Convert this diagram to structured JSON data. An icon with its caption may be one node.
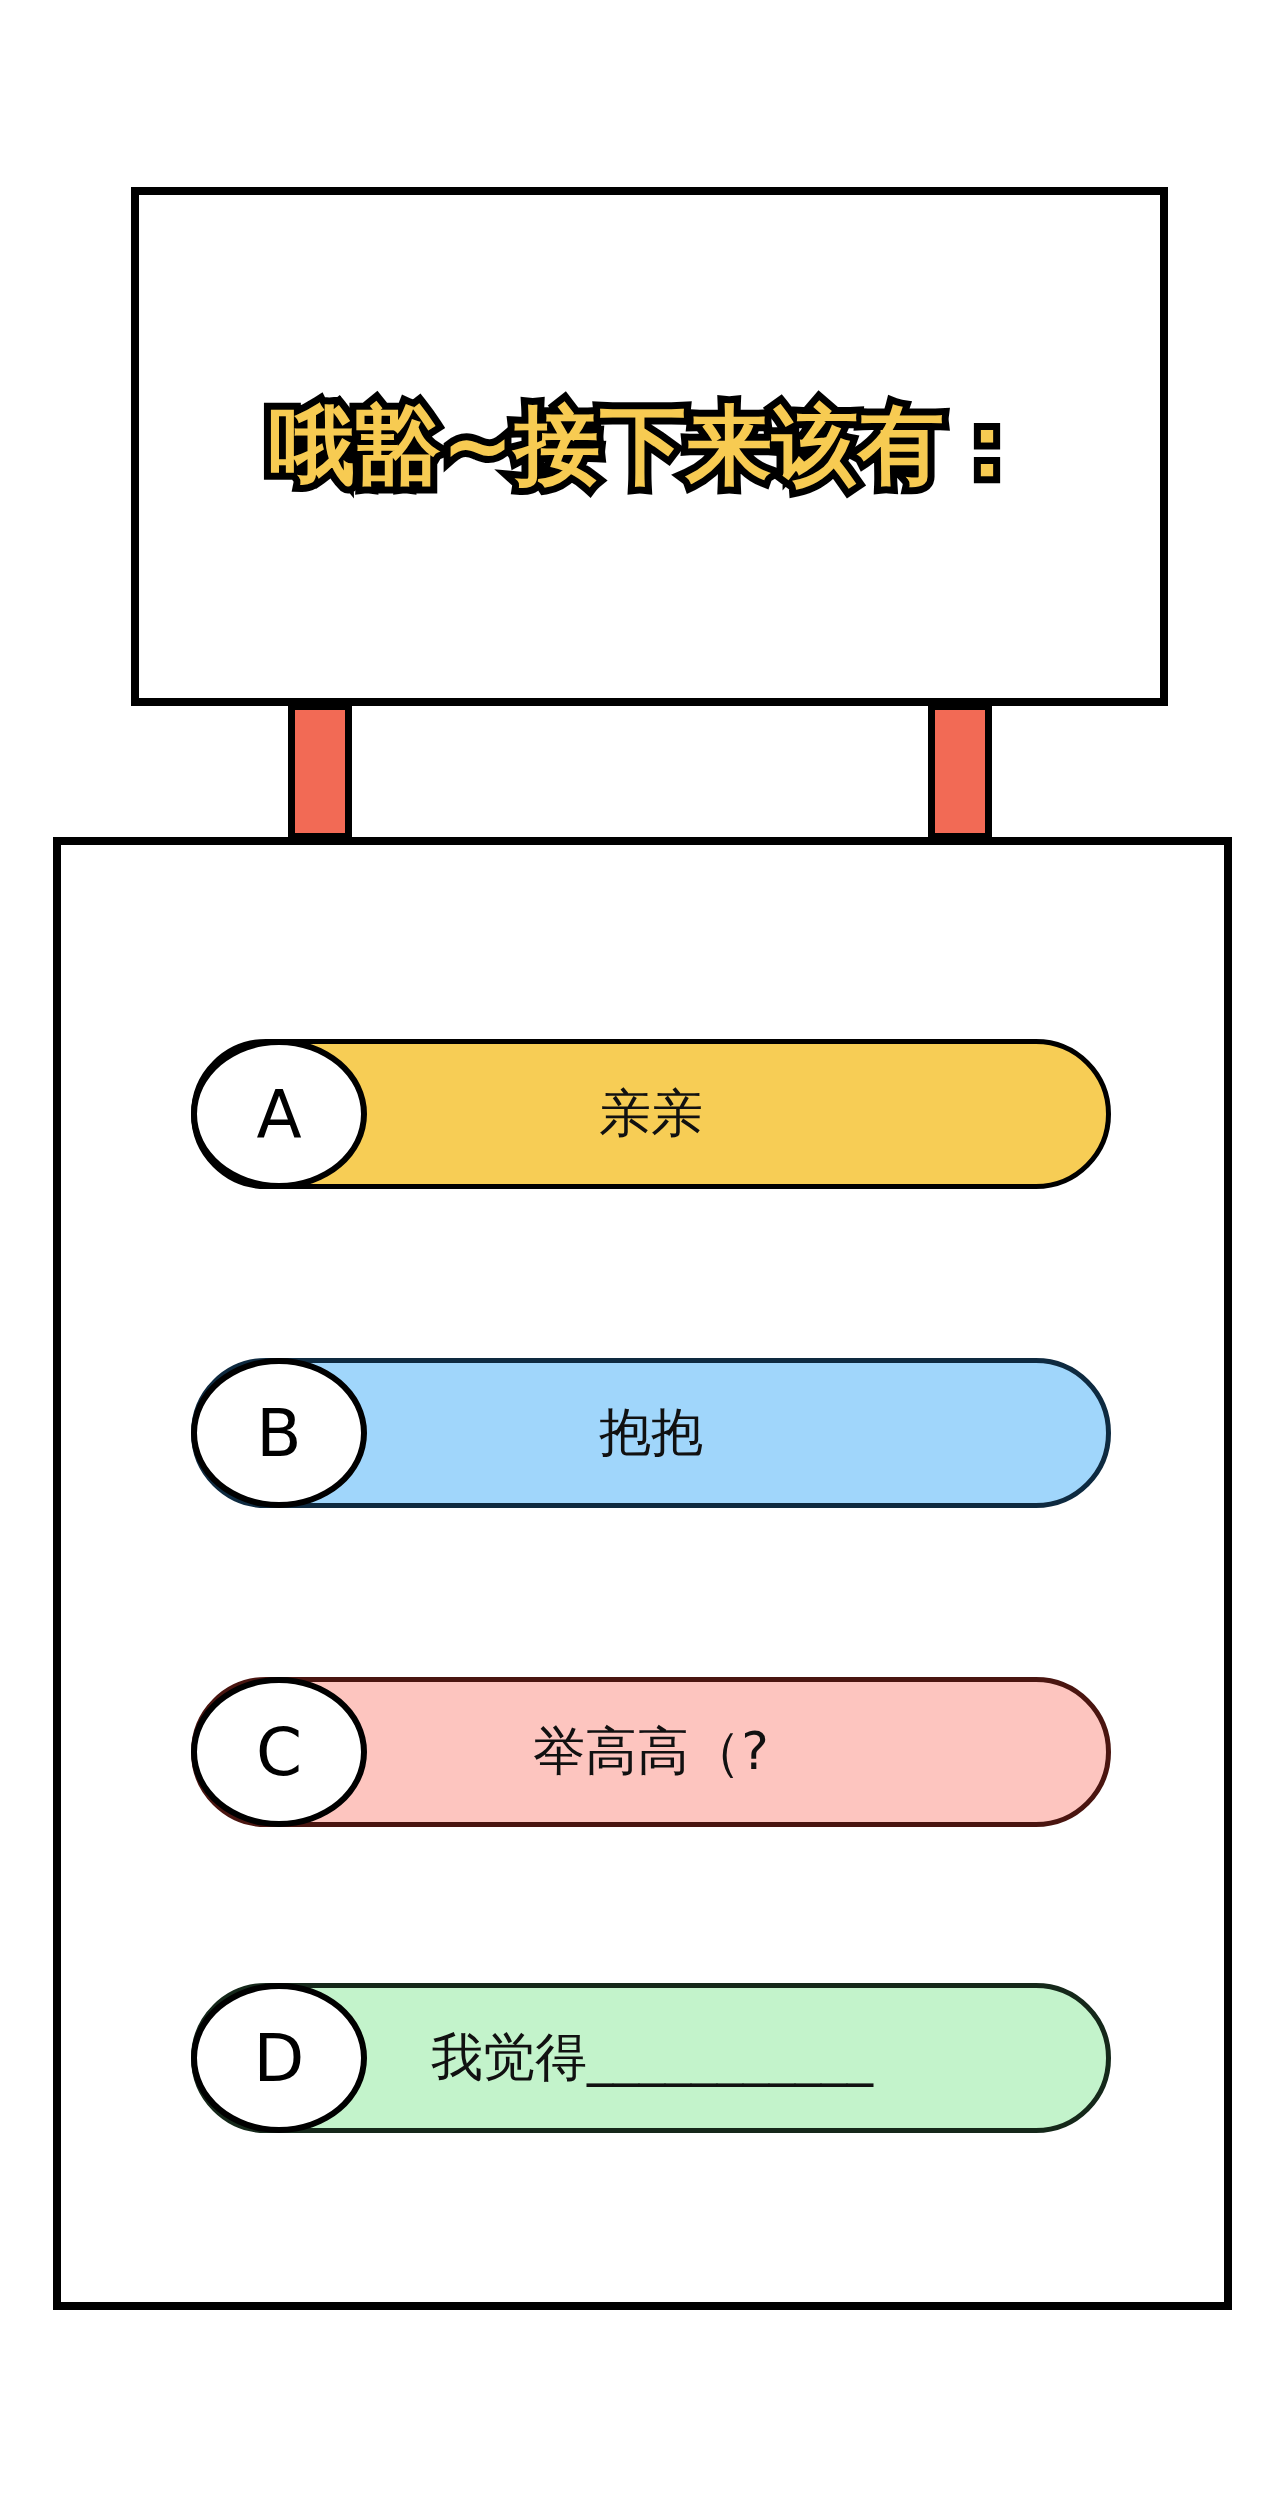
{
  "diagram": {
    "nodes": [
      {
        "text": [
          "哦豁~接下来该有："
        ]
      },
      {
        "text": [],
        "shape": "bar"
      },
      {
        "text": [],
        "shape": "bar"
      },
      {
        "text": [],
        "shape": "box"
      },
      {
        "text": [
          "亲亲"
        ],
        "in": 3
      },
      {
        "text": [
          "A"
        ],
        "in": 4
      },
      {
        "text": [
          "抱抱"
        ],
        "in": 3
      },
      {
        "text": [
          "B"
        ],
        "in": 6
      },
      {
        "text": [
          "举高高（?"
        ],
        "in": 3
      },
      {
        "text": [
          "C"
        ],
        "in": 8
      },
      {
        "text": [
          "我觉得___________"
        ],
        "in": 3
      },
      {
        "text": [
          "D"
        ],
        "in": 10
      }
    ]
  }
}
